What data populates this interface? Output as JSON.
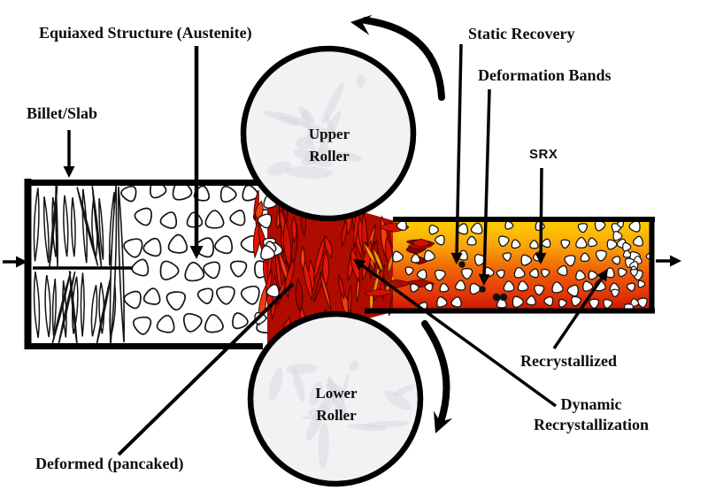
{
  "diagram": {
    "labels": {
      "equiaxed_structure": "Equiaxed Structure (Austenite)",
      "billet_slab": "Billet/Slab",
      "static_recovery": "Static Recovery",
      "deformation_bands": "Deformation Bands",
      "srx": "SRX",
      "upper_roller": "Upper Roller",
      "lower_roller": "Lower Roller",
      "recrystallized": "Recrystallized",
      "dynamic_recrystallization": "Dynamic Recrystallization",
      "deformed_pancaked": "Deformed (pancaked)"
    },
    "colors": {
      "outline": "#000000",
      "text": "#0d0d0d",
      "grain_white": "#ffffff",
      "grain_outline": "#141414",
      "hot_red": "#e31505",
      "bright_red": "#f03d0c",
      "mid_red": "#d31000",
      "deep_red": "#b00b00",
      "dark_red": "#8b0000",
      "maroon": "#a80600",
      "orange": "#f5820a",
      "amber": "#ff9e00",
      "yellow": "#ffd400",
      "strip_gradient": [
        "#ffd400",
        "#f8a30c",
        "#ef6207",
        "#e23808",
        "#c81300"
      ],
      "roller_fill": "#f2f2f4",
      "roller_vein": "#d9dade",
      "background": "#ffffff"
    }
  }
}
